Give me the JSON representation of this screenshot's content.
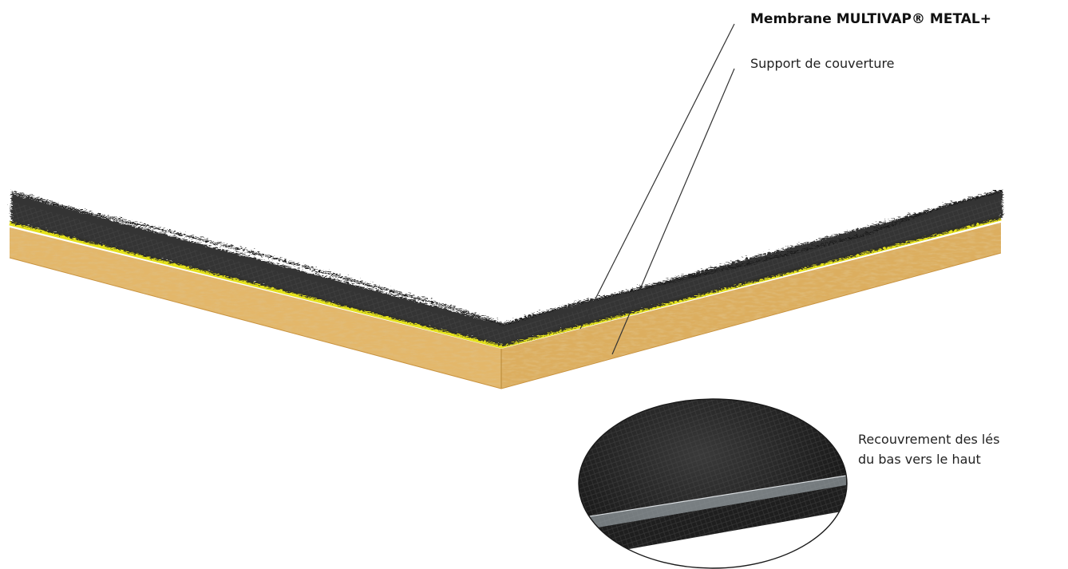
{
  "labels": {
    "membrane": "Membrane MULTIVAP® METAL+",
    "support": "Support de couverture",
    "overlap_line1": "Recouvrement des lés",
    "overlap_line2": "du bas vers le haut"
  },
  "colors": {
    "board": "#e3b76a",
    "board_dark": "#c9933f",
    "membrane_yellow": "#e4e11c",
    "fibers": "#1a1a1a",
    "leader": "#333333"
  }
}
